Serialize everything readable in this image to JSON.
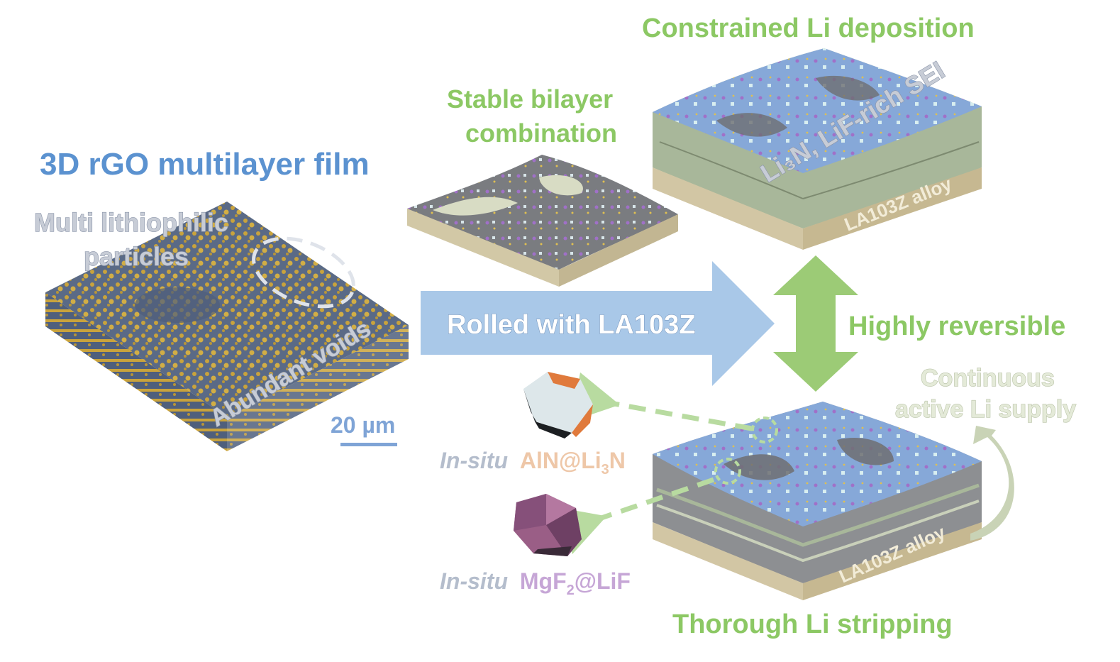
{
  "left_block": {
    "title": "3D rGO multilayer film",
    "particles_label_line1": "Multi lithiophilic",
    "particles_label_line2": "particles",
    "voids_label": "Abundant voids",
    "scale_bar_label": "20 µm"
  },
  "middle_block": {
    "label_line1": "Stable bilayer",
    "label_line2": "combination"
  },
  "process_arrow": {
    "label": "Rolled with LA103Z"
  },
  "top_right_block": {
    "title": "Constrained Li deposition",
    "sei_label": "Li₃N, LiF-rich SEI",
    "alloy_label": "LA103Z alloy"
  },
  "reversible_arrow": {
    "label": "Highly reversible"
  },
  "bottom_right_block": {
    "title": "Thorough Li stripping",
    "supply_line1": "Continuous",
    "supply_line2": "active Li supply",
    "alloy_label": "LA103Z alloy"
  },
  "particle_aln": {
    "prefix": "In-situ",
    "formula_a": "AlN@Li",
    "sub": "3",
    "formula_b": "N"
  },
  "particle_mgf": {
    "prefix": "In-situ",
    "formula_a": "MgF",
    "sub": "2",
    "formula_b": "@LiF"
  },
  "colors": {
    "label_green": "#8cc864",
    "title_blue": "#5b92d0",
    "arrow_blue": "#a9c8e8",
    "arrow_green": "#9ccb76",
    "surface_blue": "#7fa4d6",
    "alloy_tan": "#cbbd99"
  }
}
